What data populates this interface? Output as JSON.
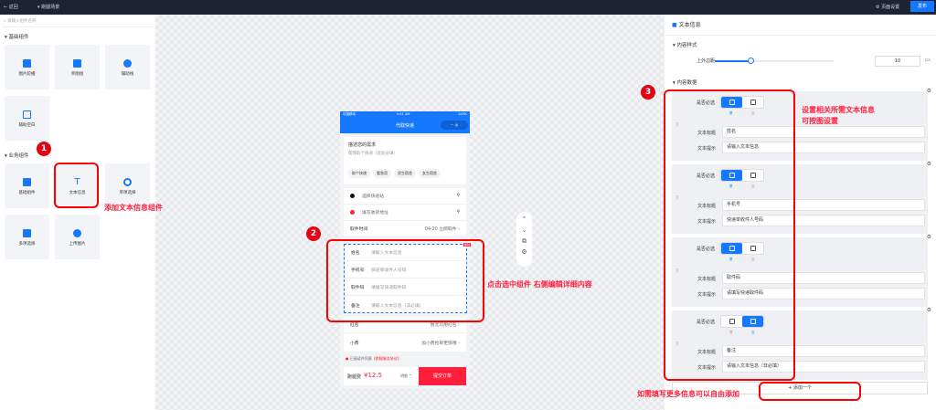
{
  "topbar": {
    "back": "← 返回",
    "scene": "跑腿场景",
    "page_settings": "页面设置",
    "publish": "发布"
  },
  "left": {
    "search_placeholder": "请输入组件名称",
    "basic_title": "基础组件",
    "basic_items": [
      "图片轮播",
      "单图组",
      "辅助线",
      "辅助空白"
    ],
    "biz_title": "业务组件",
    "biz_items": [
      "基础组件",
      "文本信息",
      "单项选择",
      "多项选择",
      "上传图片"
    ]
  },
  "phone": {
    "status_left": "中国移动",
    "time": "9:41 AM",
    "battery": "100%",
    "title": "代取快递",
    "need_title": "描述您的需求",
    "need_hint": "帮我取个快递（此处必填）",
    "tags": [
      "取个快递",
      "看急用",
      "男生宿舍",
      "女生宿舍"
    ],
    "station": "选择快递站",
    "address": "填写收货地址",
    "pickup_label": "取件时间",
    "pickup_value": "04-20 立即取件 ›",
    "delete": "删除",
    "fields": [
      {
        "label": "姓名",
        "hint": "请输入文本信息"
      },
      {
        "label": "手机号",
        "hint": "快递单收件人号码"
      },
      {
        "label": "取件码",
        "hint": "请填写快递取件码"
      },
      {
        "label": "备注",
        "hint": "请输入文本信息（非必填）"
      }
    ],
    "redpack_label": "红包",
    "redpack_value": "暂无可用红包 ›",
    "tip_label": "小费",
    "tip_value": "加小费抢单更快哦 ›",
    "agree": "已阅读并同意",
    "agreement": "《跑腿服务协议》",
    "fee_label": "跑腿费",
    "fee": "¥12.5",
    "detail": "明细 ^",
    "submit": "提交订单"
  },
  "annotations": {
    "n1": "1",
    "n2": "2",
    "n3": "3",
    "a1": "添加文本信息组件",
    "a2": "点击选中组件 右侧编辑详细内容",
    "a3_1": "设置相关所需文本信息",
    "a3_2": "可按图设置",
    "a4": "如需填写更多信息可以自由添加"
  },
  "right": {
    "title": "文本信息",
    "style_section": "内容样式",
    "margin_label": "上外边距",
    "margin_value": "10",
    "unit": "px",
    "margin_fraction": 0.3,
    "data_section": "内容数据",
    "required_label": "是否必选",
    "yes": "是",
    "no": "否",
    "title_label": "文本标题",
    "hint_label": "文本提示",
    "items": [
      {
        "required": true,
        "title": "姓名",
        "hint": "请输入文本信息"
      },
      {
        "required": true,
        "title": "手机号",
        "hint": "快递单收件人号码"
      },
      {
        "required": true,
        "title": "取件码",
        "hint": "请填写快递取件码"
      },
      {
        "required": false,
        "title": "备注",
        "hint": "请输入文本信息（非必填）"
      }
    ],
    "add": "+ 添加一个"
  },
  "colors": {
    "accent": "#1677ff",
    "danger": "#ff1f3d",
    "topbar": "#1c2433"
  }
}
